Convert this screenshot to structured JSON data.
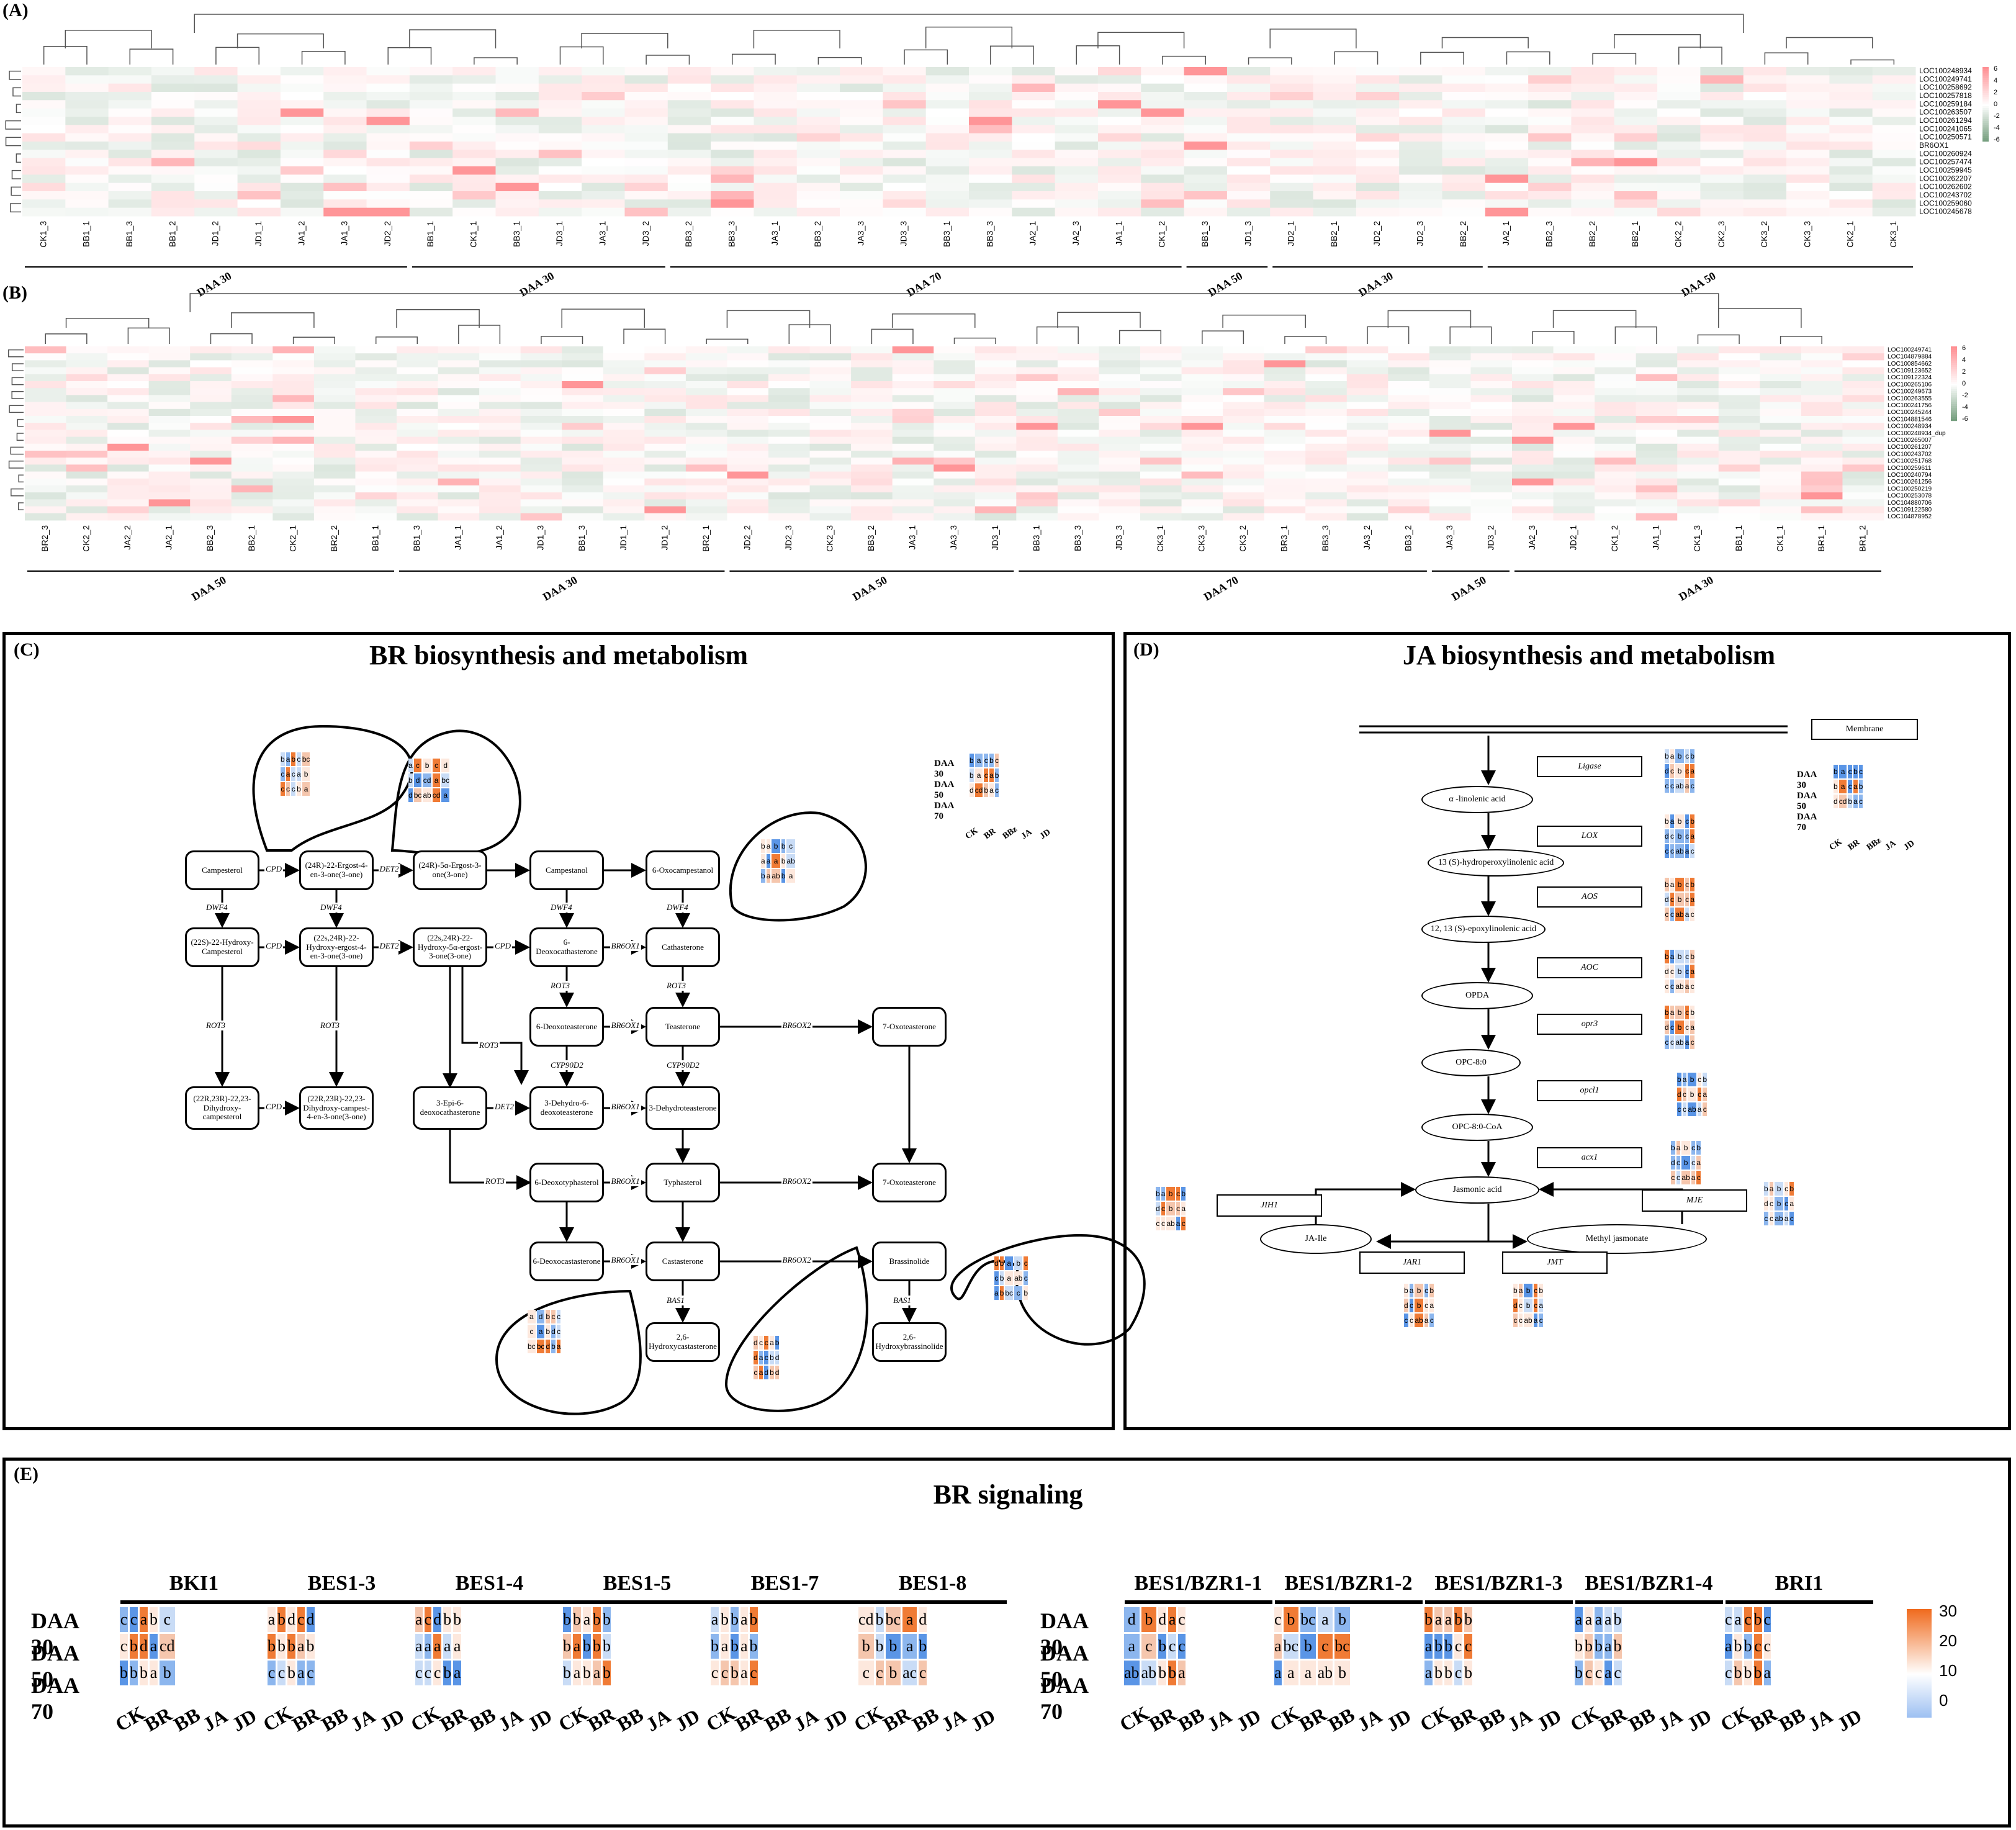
{
  "panels": {
    "A": "(A)",
    "B": "(B)",
    "C": "(C)",
    "D": "(D)",
    "E": "(E)"
  },
  "heatmap_A": {
    "genes": [
      "LOC100248934",
      "LOC100249741",
      "LOC100258692",
      "LOC100257818",
      "LOC100259184",
      "LOC100263507",
      "LOC100261294",
      "LOC100241065",
      "LOC100250571",
      "BR6OX1",
      "LOC100260924",
      "LOC100257474",
      "LOC100259945",
      "LOC100262207",
      "LOC100262602",
      "LOC100243702",
      "LOC100259060",
      "LOC100245678"
    ],
    "samples": [
      "CK1_3",
      "BB1_1",
      "BB1_3",
      "BB1_2",
      "JD1_2",
      "JD1_1",
      "JA1_2",
      "JA1_3",
      "JD2_2",
      "BB1_1",
      "CK1_1",
      "BB3_1",
      "JD3_1",
      "JA3_1",
      "JD3_2",
      "BB3_2",
      "BB3_3",
      "JA3_1",
      "BB3_2",
      "JA3_3",
      "JD3_3",
      "BB3_1",
      "BB3_3",
      "JA2_1",
      "JA2_3",
      "JA1_1",
      "CK1_2",
      "BB1_3",
      "JD1_3",
      "JD2_1",
      "BB2_1",
      "JD2_2",
      "JD2_3",
      "BB2_2",
      "JA2_1",
      "BB2_3",
      "BB2_2",
      "BB2_1",
      "CK2_2",
      "CK2_3",
      "CK3_2",
      "CK3_3",
      "CK2_1",
      "CK3_1"
    ],
    "groups": [
      "DAA 30",
      "DAA 30",
      "DAA 70",
      "DAA 50",
      "DAA 30",
      "DAA 50"
    ],
    "legend": [
      "6",
      "4",
      "2",
      "0",
      "-2",
      "-4",
      "-6"
    ]
  },
  "heatmap_B": {
    "genes": [
      "LOC100249741",
      "LOC104879884",
      "LOC100854662",
      "LOC109123652",
      "LOC109122324",
      "LOC100265106",
      "LOC100249673",
      "LOC100263555",
      "LOC100241756",
      "LOC100245244",
      "LOC104881546",
      "LOC100248934",
      "LOC100248934_dup",
      "LOC100265007",
      "LOC100261207",
      "LOC100243702",
      "LOC100251768",
      "LOC100259611",
      "LOC100240794",
      "LOC100261256",
      "LOC100250219",
      "LOC100253078",
      "LOC104880706",
      "LOC109122580",
      "LOC104878952"
    ],
    "samples": [
      "BR2_3",
      "CK2_2",
      "JA2_2",
      "JA2_1",
      "BB2_3",
      "BB2_1",
      "CK2_1",
      "BR2_2",
      "BB1_1",
      "BB1_3",
      "JA1_1",
      "JA1_2",
      "JD1_3",
      "BB1_3",
      "JD1_1",
      "JD1_2",
      "BR2_1",
      "JD2_2",
      "JD2_3",
      "CK2_3",
      "BB3_2",
      "JA3_1",
      "JA3_3",
      "JD3_1",
      "BB3_1",
      "BB3_3",
      "JD3_3",
      "CK3_1",
      "CK3_3",
      "CK3_2",
      "BR3_1",
      "BB3_3",
      "JA3_2",
      "BB3_2",
      "JA3_3",
      "JD3_2",
      "JA2_3",
      "JD2_1",
      "CK1_2",
      "JA1_1",
      "CK1_3",
      "BB1_1",
      "CK1_1",
      "BR1_1",
      "BR1_2"
    ],
    "groups": [
      "DAA 50",
      "DAA 30",
      "DAA 50",
      "DAA 70",
      "DAA 50",
      "DAA 30"
    ],
    "legend": [
      "6",
      "4",
      "2",
      "0",
      "-2",
      "-4",
      "-6"
    ]
  },
  "panel_C": {
    "title": "BR biosynthesis and metabolism",
    "nodes": {
      "campesterol": "Campesterol",
      "ergost4en3one": "(24R)-22-Ergost-4-en-3-one(3-one)",
      "ergost3one": "(24R)-5α-Ergost-3-one(3-one)",
      "campestanol": "Campestanol",
      "oxocampestanol": "6-Oxocampestanol",
      "hydroxycampesterol": "(22S)-22-Hydroxy-Campesterol",
      "hydroxyergost4en3one": "(22s,24R)-22-Hydroxy-ergost-4-en-3-one(3-one)",
      "hydroxy5aergost": "(22s,24R)-22-Hydroxy-5α-ergost-3-one(3-one)",
      "deoxocathasterone": "6-Deoxocathasterone",
      "cathasterone": "Cathasterone",
      "deoxoteasterone": "6-Deoxoteasterone",
      "teasterone": "Teasterone",
      "oxoteasterone1": "7-Oxoteasterone",
      "dihydroxycampesterol": "(22R,23R)-22,23-Dihydroxy-campesterol",
      "dihydroxycampest4en": "(22R,23R)-22,23-Dihydroxy-campest-4-en-3-one(3-one)",
      "epideoxocathasterone": "3-Epi-6-deoxocathasterone",
      "dehydrodeoxoteasterone": "3-Dehydro-6-deoxoteasterone",
      "dehydroteasterone": "3-Dehydroteasterone",
      "deoxotyphasterol": "6-Deoxotyphasterol",
      "typhasterol": "Typhasterol",
      "oxoteasterone2": "7-Oxoteasterone",
      "deoxocastasterone": "6-Deoxocastasterone",
      "castasterone": "Castasterone",
      "brassinolide": "Brassinolide",
      "hydroxycastasterone": "2,6-Hydroxycastasterone",
      "hydroxybrassinolide": "2,6-Hydroxybrassinolide"
    },
    "enzymes": {
      "cpd": "CPD",
      "det2": "DET2",
      "dwf4": "DWF4",
      "rot3": "ROT3",
      "br6ox1": "BR6OX1",
      "br6ox2": "BR6OX2",
      "cyp90d2": "CYP90D2",
      "bas1": "BAS1"
    },
    "key": {
      "rows": [
        "DAA 30",
        "DAA 50",
        "DAA 70"
      ],
      "cols": [
        "CK",
        "BR",
        "BBz",
        "JA",
        "JD"
      ],
      "cells": [
        [
          "b",
          "a",
          "c",
          "b",
          "c"
        ],
        [
          "b",
          "a",
          "c",
          "a",
          "b"
        ],
        [
          "d",
          "cd",
          "b",
          "a",
          "c"
        ]
      ]
    }
  },
  "panel_D": {
    "title": "JA biosynthesis and metabolism",
    "membrane": "Membrane",
    "metabolites": [
      "α -linolenic acid",
      "13 (S)-hydroperoxylinolenic acid",
      "12, 13 (S)-epoxylinolenic acid",
      "OPDA",
      "OPC-8:0",
      "OPC-8:0-CoA",
      "Jasmonic acid",
      "JA-Ile",
      "Methyl jasmonate"
    ],
    "enzymes": [
      "Ligase",
      "LOX",
      "AOS",
      "AOC",
      "opr3",
      "opcl1",
      "acx1",
      "JIH1",
      "MJE",
      "JAR1",
      "JMT"
    ],
    "key": {
      "rows": [
        "DAA 30",
        "DAA 50",
        "DAA 70"
      ],
      "cols": [
        "CK",
        "BR",
        "BBz",
        "JA",
        "JD"
      ],
      "cells": [
        [
          "b",
          "a",
          "c",
          "b",
          "c"
        ],
        [
          "b",
          "a",
          "c",
          "a",
          "b"
        ],
        [
          "d",
          "cd",
          "b",
          "a",
          "c"
        ]
      ]
    }
  },
  "panel_E": {
    "title": "BR signaling",
    "rows": [
      "DAA 30",
      "DAA 50",
      "DAA 70"
    ],
    "cols": [
      "CK",
      "BR",
      "BB",
      "JA",
      "JD"
    ],
    "legend": [
      "30",
      "20",
      "10",
      "0"
    ],
    "left_genes": [
      {
        "name": "BKI1",
        "cells": [
          [
            "c",
            "c",
            "a",
            "b",
            "c"
          ],
          [
            "c",
            "b",
            "d",
            "a",
            "cd"
          ],
          [
            "b",
            "b",
            "b",
            "a",
            "b"
          ]
        ]
      },
      {
        "name": "BES1-3",
        "cells": [
          [
            "a",
            "b",
            "d",
            "c",
            "d"
          ],
          [
            "b",
            "b",
            "b",
            "a",
            "b"
          ],
          [
            "c",
            "c",
            "b",
            "a",
            "c"
          ]
        ]
      },
      {
        "name": "BES1-4",
        "cells": [
          [
            "a",
            "c",
            "d",
            "b",
            "b"
          ],
          [
            "a",
            "a",
            "a",
            "a",
            "a"
          ],
          [
            "c",
            "c",
            "c",
            "b",
            "a"
          ]
        ]
      },
      {
        "name": "BES1-5",
        "cells": [
          [
            "b",
            "b",
            "a",
            "b",
            "b"
          ],
          [
            "b",
            "a",
            "b",
            "b",
            "b"
          ],
          [
            "b",
            "a",
            "b",
            "a",
            "b"
          ]
        ]
      },
      {
        "name": "BES1-7",
        "cells": [
          [
            "a",
            "b",
            "b",
            "a",
            "b"
          ],
          [
            "b",
            "a",
            "b",
            "a",
            "b"
          ],
          [
            "c",
            "c",
            "b",
            "a",
            "c"
          ]
        ]
      },
      {
        "name": "BES1-8",
        "cells": [
          [
            "cd",
            "b",
            "bc",
            "a",
            "d"
          ],
          [
            "b",
            "b",
            "b",
            "a",
            "b"
          ],
          [
            "c",
            "c",
            "b",
            "ac",
            "c"
          ]
        ]
      }
    ],
    "right_genes": [
      {
        "name": "BES1/BZR1-1",
        "cells": [
          [
            "d",
            "b",
            "d",
            "a",
            "c"
          ],
          [
            "a",
            "c",
            "b",
            "c",
            "c"
          ],
          [
            "ab",
            "ab",
            "b",
            "b",
            "a"
          ]
        ]
      },
      {
        "name": "BES1/BZR1-2",
        "cells": [
          [
            "c",
            "b",
            "bc",
            "a",
            "b"
          ],
          [
            "a",
            "bc",
            "b",
            "c",
            "bc"
          ],
          [
            "a",
            "a",
            "a",
            "ab",
            "b"
          ]
        ]
      },
      {
        "name": "BES1/BZR1-3",
        "cells": [
          [
            "b",
            "a",
            "a",
            "b",
            "b"
          ],
          [
            "a",
            "b",
            "b",
            "c",
            "c"
          ],
          [
            "a",
            "b",
            "b",
            "c",
            "b"
          ]
        ]
      },
      {
        "name": "BES1/BZR1-4",
        "cells": [
          [
            "a",
            "a",
            "a",
            "a",
            "b"
          ],
          [
            "b",
            "b",
            "b",
            "a",
            "b"
          ],
          [
            "b",
            "c",
            "c",
            "a",
            "c"
          ]
        ]
      },
      {
        "name": "BRI1",
        "cells": [
          [
            "c",
            "a",
            "c",
            "b",
            "c"
          ],
          [
            "a",
            "b",
            "b",
            "c",
            "c"
          ],
          [
            "c",
            "b",
            "b",
            "b",
            "a"
          ]
        ]
      }
    ]
  },
  "colors": {
    "high": "#f06a1d",
    "mid": "#ffffff",
    "low": "#4f8fe6",
    "heat_pos": "#e88f93",
    "heat_neg": "#6f9a78"
  }
}
